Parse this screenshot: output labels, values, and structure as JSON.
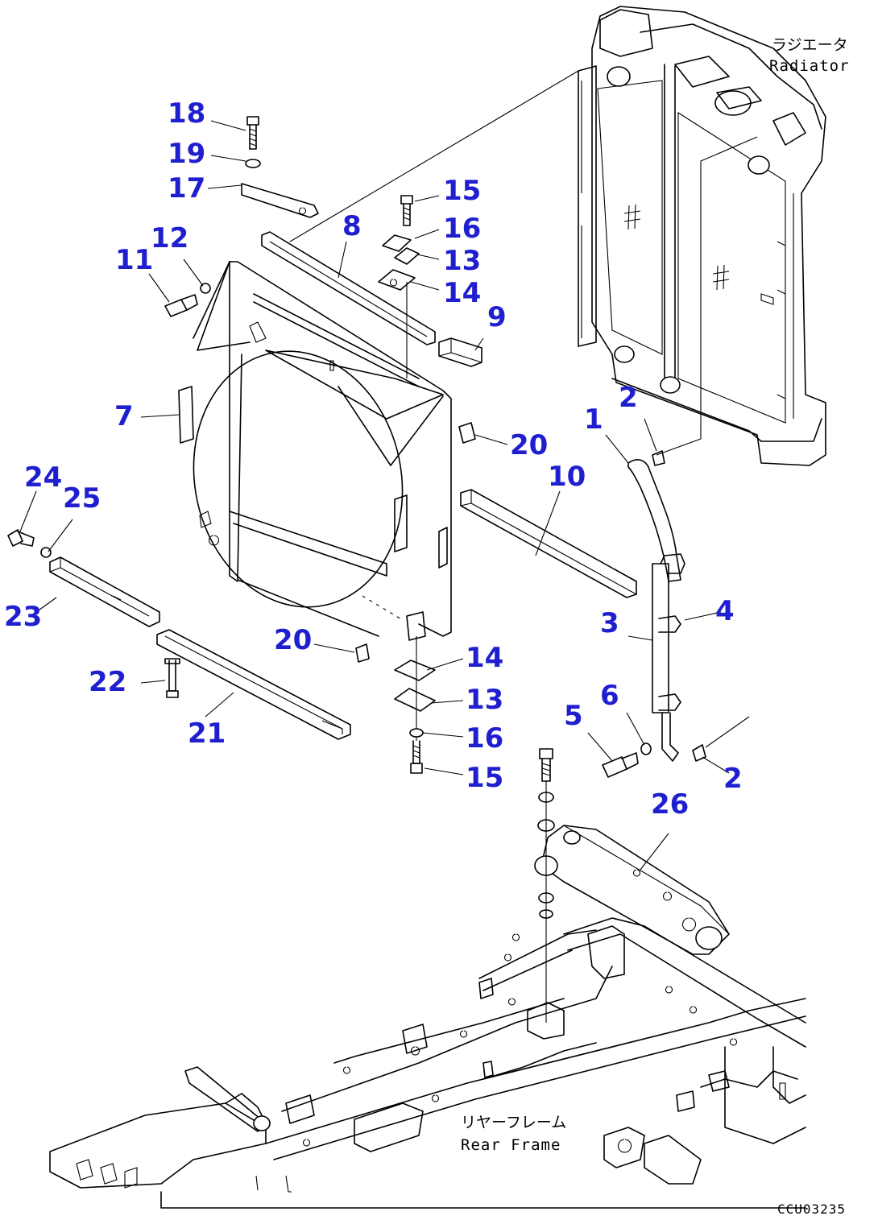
{
  "callouts": [
    {
      "id": "c1",
      "text": "1"
    },
    {
      "id": "c2a",
      "text": "2"
    },
    {
      "id": "c2b",
      "text": "2"
    },
    {
      "id": "c3",
      "text": "3"
    },
    {
      "id": "c4",
      "text": "4"
    },
    {
      "id": "c5",
      "text": "5"
    },
    {
      "id": "c6",
      "text": "6"
    },
    {
      "id": "c7",
      "text": "7"
    },
    {
      "id": "c8",
      "text": "8"
    },
    {
      "id": "c9",
      "text": "9"
    },
    {
      "id": "c10",
      "text": "10"
    },
    {
      "id": "c11",
      "text": "11"
    },
    {
      "id": "c12",
      "text": "12"
    },
    {
      "id": "c13a",
      "text": "13"
    },
    {
      "id": "c13b",
      "text": "13"
    },
    {
      "id": "c14a",
      "text": "14"
    },
    {
      "id": "c14b",
      "text": "14"
    },
    {
      "id": "c15a",
      "text": "15"
    },
    {
      "id": "c15b",
      "text": "15"
    },
    {
      "id": "c16a",
      "text": "16"
    },
    {
      "id": "c16b",
      "text": "16"
    },
    {
      "id": "c17",
      "text": "17"
    },
    {
      "id": "c18",
      "text": "18"
    },
    {
      "id": "c19",
      "text": "19"
    },
    {
      "id": "c20a",
      "text": "20"
    },
    {
      "id": "c20b",
      "text": "20"
    },
    {
      "id": "c21",
      "text": "21"
    },
    {
      "id": "c22",
      "text": "22"
    },
    {
      "id": "c23",
      "text": "23"
    },
    {
      "id": "c24",
      "text": "24"
    },
    {
      "id": "c25",
      "text": "25"
    },
    {
      "id": "c26",
      "text": "26"
    }
  ],
  "labels": {
    "radiator_jp": "ラジエータ",
    "radiator_en": "Radiator",
    "rear_frame_jp": "リヤーフレーム",
    "rear_frame_en": "Rear Frame",
    "drawing_code": "CCU03235"
  },
  "colors": {
    "callout": "#1f1fd0",
    "line": "#000000",
    "background": "#ffffff"
  }
}
